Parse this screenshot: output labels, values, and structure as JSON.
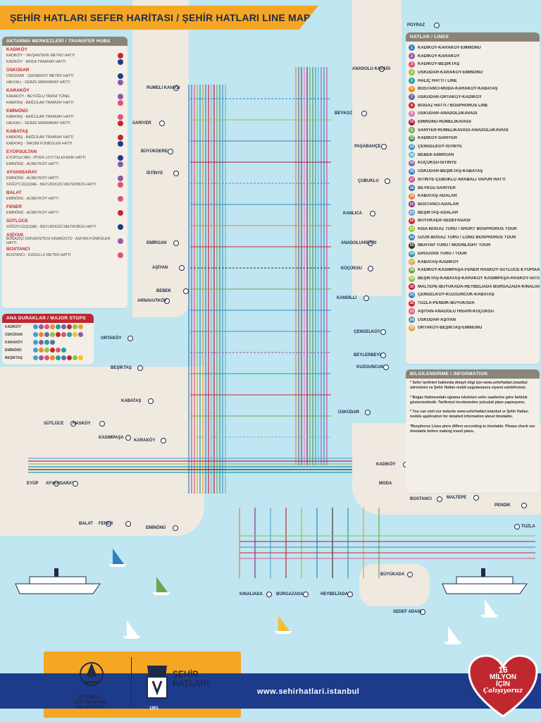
{
  "title": "ŞEHİR HATLARI SEFER HARİTASI / ŞEHİR HATLARI LINE MAP",
  "hubs": {
    "heading": "AKTARMA MERKEZLERİ / TRANSFER HUBS",
    "groups": [
      {
        "name": "KADIKÖY",
        "items": [
          "KADIKÖY - TAVŞANTEPE METRO HATTI",
          "KADIKÖY - MODA TRAMVAY HATTI"
        ]
      },
      {
        "name": "ÜSKÜDAR",
        "items": [
          "ÜSKÜDAR - ÇEKMEKÖY METRO HATTI",
          "HALKALI - GEBZE MARMARAY HATTI"
        ]
      },
      {
        "name": "KARAKÖY",
        "items": [
          "KARAKÖY - BEYOĞLU TARİHİ TÜNEL",
          "KABATAŞ - BAĞCILAR TRAMVAY HATTI"
        ]
      },
      {
        "name": "EMİNÖNÜ",
        "items": [
          "KABATAŞ - BAĞCILAR TRAMVAY HATTI",
          "HALKALI - GEBZE MARMARAY HATTI"
        ]
      },
      {
        "name": "KABATAŞ",
        "items": [
          "KABATAŞ - BAĞCILAR TRAMVAY HATTI",
          "KABATAŞ - TAKSİM FÜNİKÜLER HATTI"
        ]
      },
      {
        "name": "EYÜPSULTAN",
        "items": [
          "EYÜPSULTAN - PİYER LOTİ TELEFERİK HATTI",
          "EMİNÖNÜ - ALİBEYKÖY HATTI"
        ]
      },
      {
        "name": "AYVANSARAY",
        "items": [
          "EMİNÖNÜ - ALİBEYKÖY HATTI",
          "SÖĞÜTLÜÇEŞME - BEYLİKDÜZÜ METROBÜS HATTI"
        ]
      },
      {
        "name": "BALAT",
        "items": [
          "EMİNÖNÜ - ALİBEYKÖY HATTI"
        ]
      },
      {
        "name": "FENER",
        "items": [
          "EMİNÖNÜ - ALİBEYKÖY HATTI"
        ]
      },
      {
        "name": "SÜTLÜCE",
        "items": [
          "SÖĞÜTLÜÇEŞME - BEYLİKDÜZÜ METROBÜS HATTI"
        ]
      },
      {
        "name": "AŞİYAN",
        "items": [
          "BOĞAZİÇİ ÜNİVERSİTESİ HİSARÜSTÜ - AŞİYAN FÜNİKÜLER HATTI"
        ]
      },
      {
        "name": "BOSTANCI",
        "items": [
          "BOSTANCI - DUDULLU METRO HATTI"
        ]
      }
    ]
  },
  "stops": {
    "heading": "ANA DURAKLAR / MAJOR STOPS",
    "rows": [
      {
        "name": "KADIKÖY",
        "dots": [
          "#3ba3d8",
          "#8e5aa8",
          "#e2507a",
          "#f08a24",
          "#1aa3a3",
          "#5d6ea8",
          "#c0282f",
          "#8dc63f",
          "#e2a33a"
        ]
      },
      {
        "name": "ÜSKÜDAR",
        "dots": [
          "#3ba3d8",
          "#f08a24",
          "#5d6ea8",
          "#8dc63f",
          "#c0282f",
          "#e2507a",
          "#1aa3a3",
          "#f2c12e",
          "#8e5aa8"
        ]
      },
      {
        "name": "KARAKÖY",
        "dots": [
          "#3ba3d8",
          "#8e5aa8",
          "#1aa3a3",
          "#5d6ea8"
        ]
      },
      {
        "name": "EMİNÖNÜ",
        "dots": [
          "#3ba3d8",
          "#f08a24",
          "#8dc63f",
          "#c0282f",
          "#e2507a",
          "#1aa3a3"
        ]
      },
      {
        "name": "BEŞİKTAŞ",
        "dots": [
          "#3ba3d8",
          "#8e5aa8",
          "#e2507a",
          "#f08a24",
          "#1aa3a3",
          "#5d6ea8",
          "#c0282f",
          "#8dc63f",
          "#f2c12e"
        ]
      }
    ]
  },
  "lines": {
    "heading": "HATLAR / LINES",
    "items": [
      {
        "n": "1",
        "c": "#2f7fc1",
        "t": "KADIKÖY-KARAKÖY-EMİNÖNÜ"
      },
      {
        "n": "2",
        "c": "#8e5aa8",
        "t": "KADIKÖY-KARAKÖY"
      },
      {
        "n": "3",
        "c": "#e2507a",
        "t": "KADIKÖY-BEŞİKTAŞ"
      },
      {
        "n": "4",
        "c": "#8dc63f",
        "t": "ÜSKÜDAR-KARAKÖY-EMİNÖNÜ"
      },
      {
        "n": "5",
        "c": "#1aa3a3",
        "t": "HALİÇ HATTI / LINE"
      },
      {
        "n": "6",
        "c": "#f08a24",
        "t": "BOSTANCI-MODA-KARAKÖY-KABATAŞ"
      },
      {
        "n": "7",
        "c": "#5d6ea8",
        "t": "ÜSKÜDAR-ORTAKÖY-KADIKÖY"
      },
      {
        "n": "8",
        "c": "#c0282f",
        "t": "BOĞAZ HATTI / BOSPHORUS LINE"
      },
      {
        "n": "9",
        "c": "#e07bb8",
        "t": "ÜSKÜDAR-ANADOLUKAVAĞI"
      },
      {
        "n": "10",
        "c": "#b3124a",
        "t": "EMİNÖNÜ-RUMELİKAVAĞI"
      },
      {
        "n": "11",
        "c": "#6aa84f",
        "t": "SARIYER-RUMELİKAVAĞI-ANADOLUKAVAĞI"
      },
      {
        "n": "12",
        "c": "#3c9a5f",
        "t": "KADIKÖY-SARIYER"
      },
      {
        "n": "13",
        "c": "#4b8fbd",
        "t": "ÇENGELKÖY-İSTİNYE"
      },
      {
        "n": "14",
        "c": "#5ac0d6",
        "t": "BEBEK-EMİRGAN"
      },
      {
        "n": "15",
        "c": "#7a6ab0",
        "t": "KÜÇÜKSU-İSTİNYE"
      },
      {
        "n": "16",
        "c": "#3a86c8",
        "t": "ÜSKÜDAR-BEŞİKTAŞ-KABATAŞ"
      },
      {
        "n": "17",
        "c": "#d24b8c",
        "t": "İSTİNYE-ÇUBUKLU ARABALI VAPUR HATTI"
      },
      {
        "n": "18",
        "c": "#2a6fb4",
        "t": "BEYKOZ-SARIYER"
      },
      {
        "n": "19",
        "c": "#f07b3b",
        "t": "KABATAŞ-ADALAR"
      },
      {
        "n": "20",
        "c": "#8b2f8b",
        "t": "BOSTANCI-ADALAR"
      },
      {
        "n": "21",
        "c": "#5ba4d9",
        "t": "BEŞİKTAŞ-ADALAR"
      },
      {
        "n": "22",
        "c": "#c0282f",
        "t": "BÜYÜKADA-SEDEFADASI"
      },
      {
        "n": "23",
        "c": "#8dc63f",
        "t": "KISA BOĞAZ TURU / SHORT BOSPHORUS TOUR"
      },
      {
        "n": "24",
        "c": "#2f7fc1",
        "t": "UZUN BOĞAZ TURU / LONG BOSPHORUS TOUR"
      },
      {
        "n": "25",
        "c": "#333333",
        "t": "MEHTAP TURU / MOONLIGHT TOUR"
      },
      {
        "n": "26",
        "c": "#1aa3a3",
        "t": "ERGUVAN TURU / TOUR"
      },
      {
        "n": "27",
        "c": "#e2a33a",
        "t": "KABATAŞ-KADIKÖY"
      },
      {
        "n": "28",
        "c": "#6aa84f",
        "t": "KADIKÖY-KASIMPAŞA-FENER HASKÖY-SÜTLÜCE-EYÜPSULTAN"
      },
      {
        "n": "29",
        "c": "#8dc63f",
        "t": "BEŞİKTAŞ-KABATAŞ-KARAKÖY KASIMPAŞA-HASKÖY-SÜTLÜCE-EYÜPSULTAN"
      },
      {
        "n": "30",
        "c": "#b3124a",
        "t": "MALTEPE-BÜYÜKADA-HEYBELİADA BURGAZADA-KINALIADA"
      },
      {
        "n": "31",
        "c": "#3a86c8",
        "t": "ÇENGELKÖY-KUZGUNCUK-KABATAŞ"
      },
      {
        "n": "32",
        "c": "#c0282f",
        "t": "TUZLA-PENDİK-BÜYÜKADA"
      },
      {
        "n": "33",
        "c": "#e2507a",
        "t": "AŞİYAN-ANADOLU HİSARI-KÜÇÜKSU"
      },
      {
        "n": "34",
        "c": "#4b8fbd",
        "t": "ÜSKÜDAR-AŞİYAN"
      },
      {
        "n": "35",
        "c": "#e2a33a",
        "t": "ORTAKÖY-BEŞİKTAŞ-EMİNÖNÜ"
      }
    ]
  },
  "info": {
    "heading": "BİLGİLENDİRME / INFORMATION",
    "paras": [
      "* Sefer tarifeleri hakkında detaylı bilgi için www.sehirhatlari.istanbul adresimizi ve Şehir Hatları mobil uygulamasını ziyaret edebilirsiniz.",
      "* Boğaz Hattımızdaki uğrama iskeleleri sefer saatlerine göre farklılık göstermektedir. Tarifemizi incelemeden yolculuk planı yapmayınız.",
      "* You can visit our website www.sehirhatlari.istanbul or Şehir Hatları mobile application for detailed information about timetable.",
      "*Bosphorus Lines piers differs according to timetable. Please check our timetable before making travel plans."
    ]
  },
  "stations": [
    {
      "id": "poyraz",
      "t": "POYRAZ"
    },
    {
      "id": "anadolu-kavagi",
      "t": "ANADOLU KAVAĞI"
    },
    {
      "id": "rumeli-kavagi",
      "t": "RUMELİ KAVAĞI"
    },
    {
      "id": "beykoz",
      "t": "BEYKOZ"
    },
    {
      "id": "sariyer",
      "t": "SARIYER"
    },
    {
      "id": "pasabahce",
      "t": "PAŞABAHÇE"
    },
    {
      "id": "buyukdere",
      "t": "BÜYÜKDERE"
    },
    {
      "id": "istinye",
      "t": "İSTİNYE"
    },
    {
      "id": "cubuklu",
      "t": "ÇUBUKLU"
    },
    {
      "id": "kanlica",
      "t": "KANLICA"
    },
    {
      "id": "emirgan",
      "t": "EMİRGAN"
    },
    {
      "id": "anadoluhisari",
      "t": "ANADOLUHİSARI"
    },
    {
      "id": "asiyan",
      "t": "AŞİYAN"
    },
    {
      "id": "kucuksu",
      "t": "KÜÇÜKSU"
    },
    {
      "id": "bebek",
      "t": "BEBEK"
    },
    {
      "id": "kandilli",
      "t": "KANDİLLİ"
    },
    {
      "id": "arnavutkoy",
      "t": "ARNAVUTKÖY"
    },
    {
      "id": "ortakoy",
      "t": "ORTAKÖY"
    },
    {
      "id": "cengelkoy",
      "t": "ÇENGELKÖY"
    },
    {
      "id": "beylerbeyi",
      "t": "BEYLERBEYİ"
    },
    {
      "id": "besiktas",
      "t": "BEŞİKTAŞ"
    },
    {
      "id": "kuzguncuk",
      "t": "KUZGUNCUK"
    },
    {
      "id": "kabatas",
      "t": "KABATAŞ"
    },
    {
      "id": "uskudar",
      "t": "ÜSKÜDAR"
    },
    {
      "id": "sutluce",
      "t": "SÜTLÜCE"
    },
    {
      "id": "haskoy",
      "t": "HASKÖY"
    },
    {
      "id": "kasimpasa",
      "t": "KASIMPAŞA"
    },
    {
      "id": "karakoy",
      "t": "KARAKÖY"
    },
    {
      "id": "kadikoy",
      "t": "KADIKÖY"
    },
    {
      "id": "moda",
      "t": "MODA"
    },
    {
      "id": "eyup",
      "t": "EYÜP"
    },
    {
      "id": "ayvansaray",
      "t": "AYVANSARAY"
    },
    {
      "id": "balat",
      "t": "BALAT"
    },
    {
      "id": "fener",
      "t": "FENER"
    },
    {
      "id": "eminonu",
      "t": "EMİNÖNÜ"
    },
    {
      "id": "bostanci",
      "t": "BOSTANCI"
    },
    {
      "id": "maltepe",
      "t": "MALTEPE"
    },
    {
      "id": "pendik",
      "t": "PENDİK"
    },
    {
      "id": "tuzla",
      "t": "TUZLA"
    },
    {
      "id": "kinaliada",
      "t": "KINALIADA"
    },
    {
      "id": "burgazada",
      "t": "BURGAZADA"
    },
    {
      "id": "heybeliada",
      "t": "HEYBELİADA"
    },
    {
      "id": "buyukada",
      "t": "BÜYÜKADA"
    },
    {
      "id": "sedef",
      "t": "SEDEF ADASI"
    }
  ],
  "footer": {
    "url": "www.sehirhatlari.istanbul",
    "ibb": "İSTANBUL BÜYÜKŞEHİR BELEDİYESİ",
    "sh_1": "ŞEHİR",
    "sh_2": "HATLARI",
    "sh_year": "1851",
    "heart_1": "16",
    "heart_2": "MİLYON",
    "heart_3": "İÇİN",
    "heart_4": "Çalışıyoruz"
  },
  "colors": {
    "accent": "#f5a623",
    "navy": "#1e2a48",
    "footer": "#1d3b8b",
    "red": "#c0282f"
  }
}
